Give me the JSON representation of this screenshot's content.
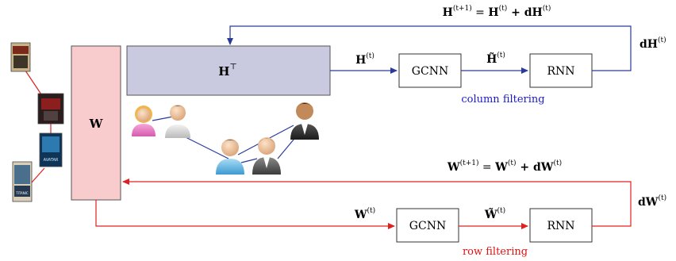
{
  "matrices": {
    "W": "W",
    "H_transpose": "H",
    "H_transpose_sup": "⊤"
  },
  "column_branch": {
    "input": {
      "base": "H",
      "sup": "(t)"
    },
    "gcnn_label": "GCNN",
    "filtered": {
      "base": "H̃",
      "sup": "(t)"
    },
    "rnn_label": "RNN",
    "caption": "column filtering",
    "delta": {
      "prefix": "d",
      "base": "H",
      "sup": "(t)"
    },
    "update": {
      "lhs_base": "H",
      "lhs_sup": "(t+1)",
      "eq": " = ",
      "rhs1_base": "H",
      "rhs1_sup": "(t)",
      "plus": " + d",
      "rhs2_base": "H",
      "rhs2_sup": "(t)"
    }
  },
  "row_branch": {
    "input": {
      "base": "W",
      "sup": "(t)"
    },
    "gcnn_label": "GCNN",
    "filtered": {
      "base": "W̃",
      "sup": "(t)"
    },
    "rnn_label": "RNN",
    "caption": "row filtering",
    "delta": {
      "prefix": "d",
      "base": "W",
      "sup": "(t)"
    },
    "update": {
      "lhs_base": "W",
      "lhs_sup": "(t+1)",
      "eq": " = ",
      "rhs1_base": "W",
      "rhs1_sup": "(t)",
      "plus": " + d",
      "rhs2_base": "W",
      "rhs2_sup": "(t)"
    }
  },
  "posters": {
    "poster2_text": "AVATAR",
    "poster3_text": "TITANIC"
  },
  "colors": {
    "blue": "#2a3a9a",
    "red": "#e02020",
    "w_fill": "#f8cccc",
    "h_fill": "#c9c9df",
    "caption_blue": "#1a1ad0",
    "caption_red": "#e01010"
  }
}
